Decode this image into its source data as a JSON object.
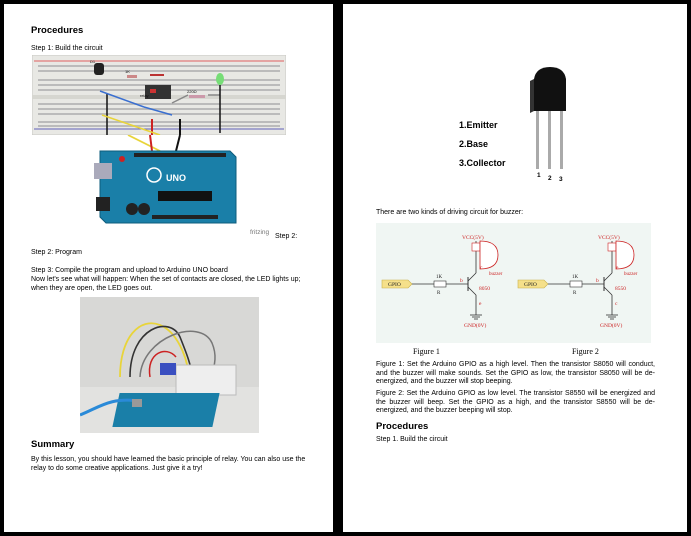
{
  "left": {
    "procedures_heading": "Procedures",
    "step1": "Step 1: Build the circuit",
    "fritzing_logo": "fritzing",
    "step2_trailing": "Step 2:",
    "step2": "Step 2: Program",
    "step3_line1": "Step 3: Compile the program and upload to Arduino UNO board",
    "step3_line2": "Now let's see what will happen: When the set of contacts are closed, the LED lights up; when they are open, the LED goes out.",
    "summary_heading": "Summary",
    "summary_text": "By this lesson, you should have learned the basic principle of relay. You can also use the relay to do some creative applications. Just give it a try!",
    "breadboard_labels": {
      "d1": "D1",
      "relay": "relay",
      "r220": "220Ω",
      "r1k": "1K"
    },
    "arduino_logo": "UNO"
  },
  "right": {
    "transistor_pins": [
      "1.Emitter",
      "2.Base",
      "3.Collector"
    ],
    "pin_numbers": [
      "1",
      "2",
      "3"
    ],
    "intro": "There are two kinds of driving circuit for buzzer:",
    "figure1": {
      "caption": "Figure 1",
      "vcc": "VCC(5V)",
      "gpio": "GPIO",
      "r_val": "1K",
      "r": "R",
      "b": "b",
      "c": "c",
      "e": "e",
      "part": "8050",
      "buzzer": "buzzer",
      "gnd": "GND(0V)"
    },
    "figure2": {
      "caption": "Figure 2",
      "vcc": "VCC(5V)",
      "gpio": "GPIO",
      "r_val": "1K",
      "r": "R",
      "b": "b",
      "c": "e",
      "e": "c",
      "part": "8550",
      "buzzer": "buzzer",
      "gnd": "GND(0V)"
    },
    "fig1_text": "Figure 1: Set the Arduino GPIO as a high level. Then the transistor S8050 will conduct, and the buzzer will make sounds. Set the GPIO as low, the transistor S8050 will be de-energized, and the buzzer will stop beeping.",
    "fig2_text": "Figure 2: Set the Arduino GPIO as low level. The transistor S8550 will be energized and the buzzer will beep. Set the GPIO as a high, and the transistor S8550 will be de-energized, and the buzzer beeping will stop.",
    "procedures_heading": "Procedures",
    "step1": "Step 1. Build the circuit"
  },
  "colors": {
    "page_bg": "#ffffff",
    "divider": "#000000",
    "arduino_blue": "#1a7fa8",
    "gpio_yellow": "#f5e08a"
  }
}
